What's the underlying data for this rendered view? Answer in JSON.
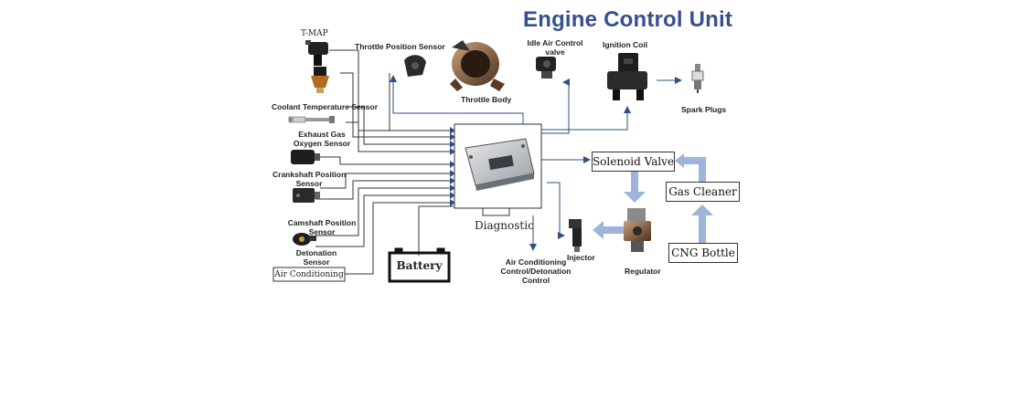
{
  "title": "Engine Control Unit",
  "sensors": {
    "tmap": "T-MAP",
    "throttle_position": "Throttle Position Sensor",
    "coolant_temperature": "Coolant Temperature Sensor",
    "exhaust_gas_line1": "Exhaust Gas",
    "exhaust_gas_line2": "Oxygen Sensor",
    "crankshaft_line1": "Crankshaft Position",
    "crankshaft_line2": "Sensor",
    "camshaft_line1": "Camshaft Position",
    "camshaft_line2": "Sensor",
    "detonation_line1": "Detonation",
    "detonation_line2": "Sensor",
    "air_conditioning": "Air Conditioning"
  },
  "actuators": {
    "throttle_body": "Throttle Body",
    "idle_air_line1": "Idle Air Control",
    "idle_air_line2": "valve",
    "ignition_coil": "Ignition Coil",
    "spark_plugs": "Spark Plugs",
    "injector": "Injector",
    "regulator": "Regulator",
    "ac_control_line1": "Air Conditioning",
    "ac_control_line2": "Control/Detonation",
    "ac_control_line3": "Control"
  },
  "gas_system": {
    "solenoid_valve": "Solenoid Valve",
    "gas_cleaner": "Gas Cleaner",
    "cng_bottle": "CNG Bottle"
  },
  "ecu": {
    "diagnostic": "Diagnostic"
  },
  "power": {
    "battery": "Battery"
  },
  "colors": {
    "title": "#36508f",
    "line": "#333333",
    "arrow_dark": "#2f4f86",
    "arrow_light": "#9fb4da"
  }
}
